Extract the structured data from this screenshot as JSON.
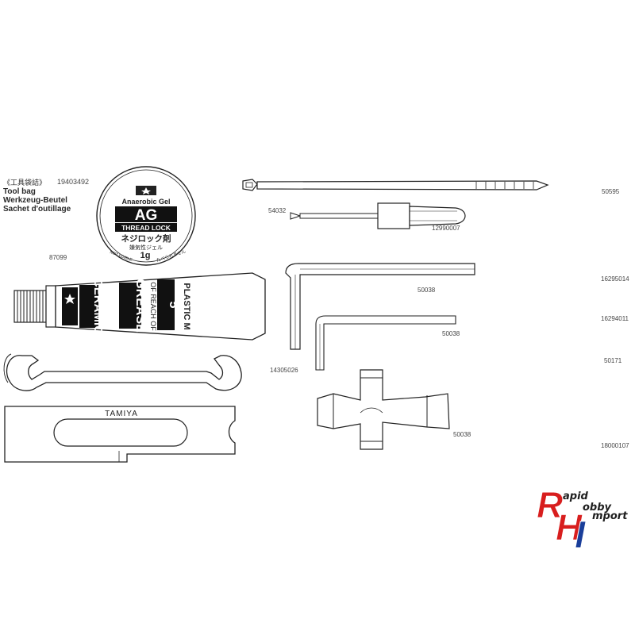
{
  "header": {
    "title_jp": "《工具袋詰》",
    "bag_code": "19403492",
    "names": [
      "Tool bag",
      "Werkzeug-Beutel",
      "Sachet d'outillage"
    ]
  },
  "thread_lock": {
    "code": "87099",
    "line1": "Anaerobic Gel",
    "line2": "AG",
    "line3": "THREAD LOCK",
    "line4": "ネジロック剤",
    "line5": "嫌気性ジェル",
    "qty": "1g",
    "footer_left": "NOT EDIBLE",
    "footer_right": "たべられません"
  },
  "grease": {
    "brand": "CERAMIC",
    "word": "GREASE",
    "reach": "OF REACH OF",
    "number": "5",
    "plastic": "PLASTIC M"
  },
  "parts": {
    "cable_tie": "50595",
    "screwdriver_tip": "54032",
    "screwdriver": "12990007",
    "hex_large_label": "50038",
    "hex_large": "16295014",
    "hex_small_label": "50038",
    "hex_small": "16294011",
    "wrench": "14305026",
    "cross_wrench_right": "50171",
    "cross_wrench_label": "50038",
    "plate": "18000107",
    "plate_brand": "TAMIYA"
  },
  "logo": {
    "letters": [
      "R",
      "H",
      "I"
    ],
    "words": [
      "apid",
      "obby",
      "mport"
    ],
    "colors": {
      "red": "#d81e1e",
      "blue": "#1a3e9a"
    }
  }
}
